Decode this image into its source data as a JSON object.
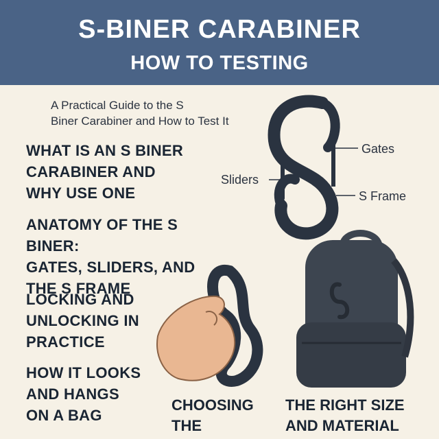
{
  "header": {
    "title": "S-BINER CARABINER",
    "subtitle": "HOW TO TESTING"
  },
  "intro": {
    "line1": "A Practical Guide to the S",
    "line2": "Biner Carabiner and How to Test It"
  },
  "sections": [
    {
      "line1": "WHAT IS AN S BINER",
      "line2": "CARABINER AND",
      "line3": "WHY USE ONE"
    },
    {
      "line1": "ANATOMY OF THE S BINER:",
      "line2": "GATES, SLIDERS, AND",
      "line3": "THE S FRAME"
    },
    {
      "line1": "LOCKING AND",
      "line2": "UNLOCKING IN",
      "line3": "PRACTICE"
    },
    {
      "line1": "HOW IT LOOKS",
      "line2": "AND HANGS",
      "line3": "ON A BAG"
    }
  ],
  "diagram_labels": {
    "gates": "Gates",
    "sliders": "Sliders",
    "s_frame": "S Frame"
  },
  "bottom_captions": {
    "left_line1": "CHOOSING",
    "left_line2": "THE",
    "right_line1": "THE RIGHT SIZE",
    "right_line2": "AND MATERIAL"
  },
  "colors": {
    "header_bg": "#4a6386",
    "background": "#f6f1e6",
    "carabiner": "#2a3340",
    "backpack": "#3d4550",
    "skin": "#e9b792"
  }
}
